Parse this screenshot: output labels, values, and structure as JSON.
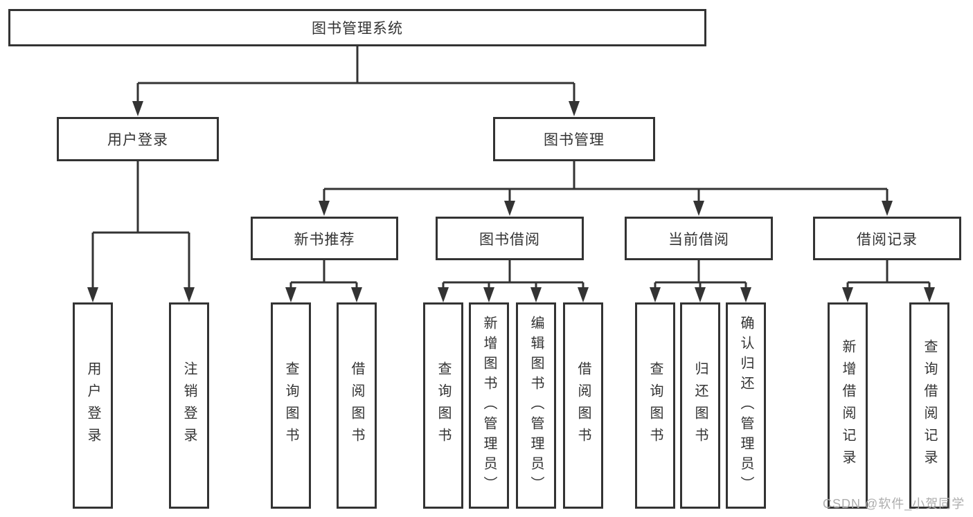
{
  "tree": {
    "label": "图书管理系统",
    "children": [
      {
        "label": "用户登录",
        "children": [
          {
            "label": "用户登录"
          },
          {
            "label": "注销登录"
          }
        ]
      },
      {
        "label": "图书管理",
        "children": [
          {
            "label": "新书推荐",
            "children": [
              {
                "label": "查询图书"
              },
              {
                "label": "借阅图书"
              }
            ]
          },
          {
            "label": "图书借阅",
            "children": [
              {
                "label": "查询图书"
              },
              {
                "label": "新增图书（管理员）"
              },
              {
                "label": "编辑图书（管理员）"
              },
              {
                "label": "借阅图书"
              }
            ]
          },
          {
            "label": "当前借阅",
            "children": [
              {
                "label": "查询图书"
              },
              {
                "label": "归还图书"
              },
              {
                "label": "确认归还（管理员）"
              }
            ]
          },
          {
            "label": "借阅记录",
            "children": [
              {
                "label": "新增借阅记录"
              },
              {
                "label": "查询借阅记录"
              }
            ]
          }
        ]
      }
    ]
  },
  "watermark": {
    "text": "CSDN @软件_小贺同学"
  },
  "colors": {
    "line-color": "#333333",
    "text-color": "#333333",
    "box-bg": "#ffffff",
    "watermark-color": "#adadad"
  }
}
